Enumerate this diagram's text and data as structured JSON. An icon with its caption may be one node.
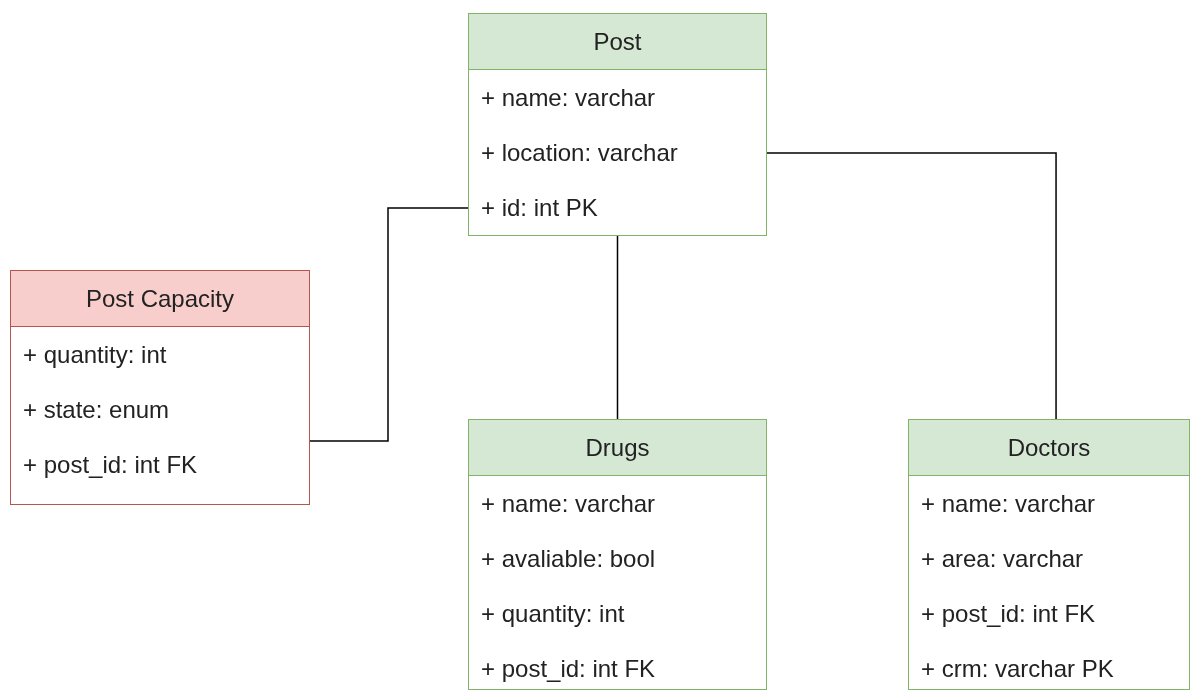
{
  "diagram": {
    "nodes": [
      {
        "text": [
          "Post",
          "+ name: varchar",
          "+ location: varchar",
          "+ id: int PK"
        ]
      },
      {
        "text": [
          "Post Capacity",
          "+ quantity: int",
          "+ state: enum",
          "+ post_id: int FK"
        ]
      },
      {
        "text": [
          "Drugs",
          "+ name: varchar",
          "+ avaliable: bool",
          "+ quantity: int",
          "+ post_id: int FK"
        ]
      },
      {
        "text": [
          "Doctors",
          "+ name: varchar",
          "+ area: varchar",
          "+ post_id: int FK",
          "+ crm: varchar PK"
        ]
      }
    ],
    "edges": [
      {
        "from": 0,
        "to": 1,
        "arrow": "none"
      },
      {
        "from": 0,
        "to": 2,
        "arrow": "none"
      },
      {
        "from": 0,
        "to": 3,
        "arrow": "none"
      }
    ]
  }
}
